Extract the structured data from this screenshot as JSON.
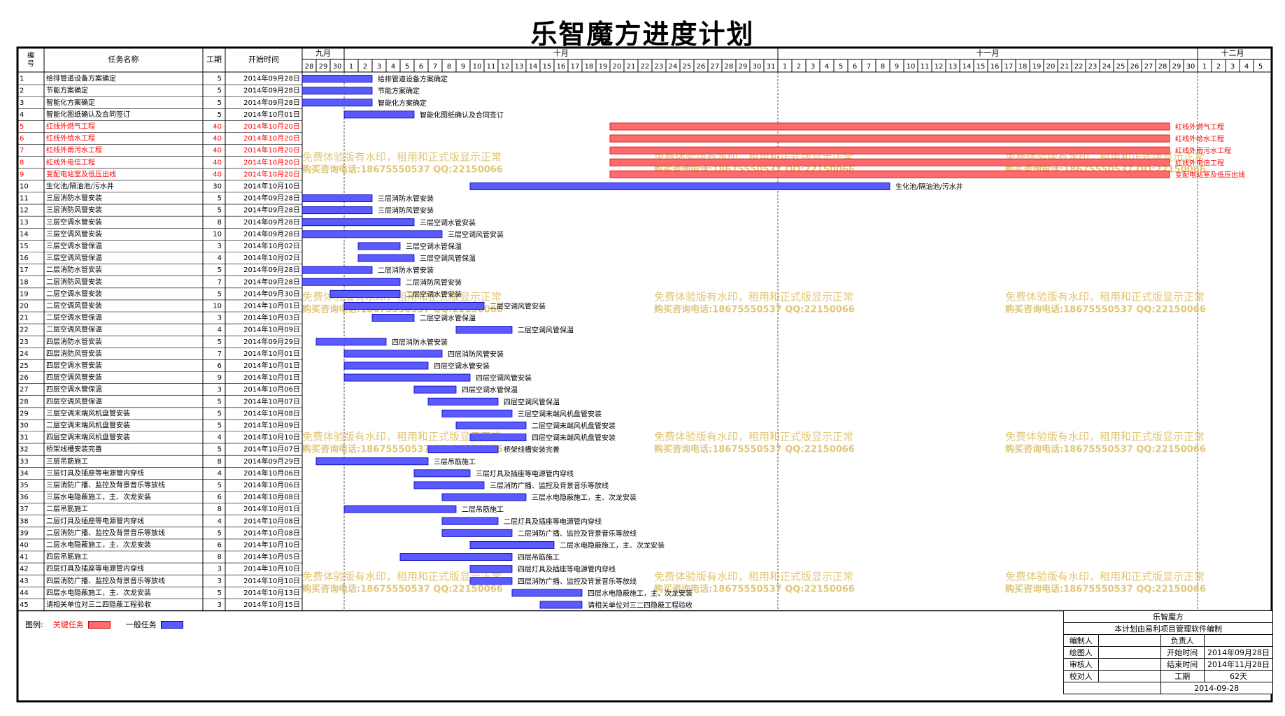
{
  "title": "乐智魔方进度计划",
  "headers": {
    "id": "编号",
    "name": "任务名称",
    "duration": "工期",
    "start": "开始时间"
  },
  "months": [
    {
      "label": "九月",
      "days": [
        28,
        29,
        30
      ]
    },
    {
      "label": "十月",
      "days": [
        1,
        2,
        3,
        4,
        5,
        6,
        7,
        8,
        9,
        10,
        11,
        12,
        13,
        14,
        15,
        16,
        17,
        18,
        19,
        20,
        21,
        22,
        23,
        24,
        25,
        26,
        27,
        28,
        29,
        30,
        31
      ]
    },
    {
      "label": "十一月",
      "days": [
        1,
        2,
        3,
        4,
        5,
        6,
        7,
        8,
        9,
        10,
        11,
        12,
        13,
        14,
        15,
        16,
        17,
        18,
        19,
        20,
        21,
        22,
        23,
        24,
        25,
        26,
        27,
        28,
        29,
        30
      ]
    },
    {
      "label": "十二月",
      "days": [
        1,
        2,
        3,
        4,
        5
      ]
    }
  ],
  "colors": {
    "critical": "#ff6b6b",
    "normal": "#5a5aff",
    "critical_text": "#ff0000",
    "watermark": "#d6b34a"
  },
  "legend": {
    "label": "图例:",
    "critical": "关键任务",
    "normal": "一般任务"
  },
  "watermark": {
    "line1": "免费体验版有水印，租用和正式版显示正常",
    "line2": "购买咨询电话:18675550537 QQ:22150066"
  },
  "title_block": {
    "project": "乐智魔方",
    "note": "本计划由易利项目管理软件编制",
    "compiler_label": "编制人",
    "owner_label": "负责人",
    "drawer_label": "绘图人",
    "start_label": "开始时间",
    "start_value": "2014年09月28日",
    "reviewer_label": "审核人",
    "end_label": "结束时间",
    "end_value": "2014年11月28日",
    "checker_label": "校对人",
    "duration_label": "工期",
    "duration_value": "62天",
    "date": "2014-09-28"
  },
  "chart_data": {
    "type": "gantt",
    "timeline_start": "2014-09-28",
    "timeline_end": "2014-12-05",
    "tasks": [
      {
        "id": 1,
        "name": "给排管道设备方案确定",
        "duration": 5,
        "start": "2014年09月28日",
        "critical": false
      },
      {
        "id": 2,
        "name": "节能方案确定",
        "duration": 5,
        "start": "2014年09月28日",
        "critical": false
      },
      {
        "id": 3,
        "name": "智能化方案确定",
        "duration": 5,
        "start": "2014年09月28日",
        "critical": false
      },
      {
        "id": 4,
        "name": "智能化图纸确认及合同签订",
        "duration": 5,
        "start": "2014年10月01日",
        "critical": false
      },
      {
        "id": 5,
        "name": "红线外燃气工程",
        "duration": 40,
        "start": "2014年10月20日",
        "critical": true
      },
      {
        "id": 6,
        "name": "红线外给水工程",
        "duration": 40,
        "start": "2014年10月20日",
        "critical": true
      },
      {
        "id": 7,
        "name": "红线外雨污水工程",
        "duration": 40,
        "start": "2014年10月20日",
        "critical": true
      },
      {
        "id": 8,
        "name": "红线外电信工程",
        "duration": 40,
        "start": "2014年10月20日",
        "critical": true
      },
      {
        "id": 9,
        "name": "变配电站室及低压出线",
        "duration": 40,
        "start": "2014年10月20日",
        "critical": true
      },
      {
        "id": 10,
        "name": "生化池/隔油池/污水井",
        "duration": 30,
        "start": "2014年10月10日",
        "critical": false
      },
      {
        "id": 11,
        "name": "三层消防水管安装",
        "duration": 5,
        "start": "2014年09月28日",
        "critical": false
      },
      {
        "id": 12,
        "name": "三层消防风管安装",
        "duration": 5,
        "start": "2014年09月28日",
        "critical": false
      },
      {
        "id": 13,
        "name": "三层空调水管安装",
        "duration": 8,
        "start": "2014年09月28日",
        "critical": false
      },
      {
        "id": 14,
        "name": "三层空调风管安装",
        "duration": 10,
        "start": "2014年09月28日",
        "critical": false
      },
      {
        "id": 15,
        "name": "三层空调水管保温",
        "duration": 3,
        "start": "2014年10月02日",
        "critical": false
      },
      {
        "id": 16,
        "name": "三层空调风管保温",
        "duration": 4,
        "start": "2014年10月02日",
        "critical": false
      },
      {
        "id": 17,
        "name": "二层消防水管安装",
        "duration": 5,
        "start": "2014年09月28日",
        "critical": false
      },
      {
        "id": 18,
        "name": "二层消防风管安装",
        "duration": 7,
        "start": "2014年09月28日",
        "critical": false
      },
      {
        "id": 19,
        "name": "二层空调水管安装",
        "duration": 5,
        "start": "2014年09月30日",
        "critical": false
      },
      {
        "id": 20,
        "name": "二层空调风管安装",
        "duration": 10,
        "start": "2014年10月01日",
        "critical": false
      },
      {
        "id": 21,
        "name": "二层空调水管保温",
        "duration": 3,
        "start": "2014年10月03日",
        "critical": false
      },
      {
        "id": 22,
        "name": "二层空调风管保温",
        "duration": 4,
        "start": "2014年10月09日",
        "critical": false
      },
      {
        "id": 23,
        "name": "四层消防水管安装",
        "duration": 5,
        "start": "2014年09月29日",
        "critical": false
      },
      {
        "id": 24,
        "name": "四层消防风管安装",
        "duration": 7,
        "start": "2014年10月01日",
        "critical": false
      },
      {
        "id": 25,
        "name": "四层空调水管安装",
        "duration": 6,
        "start": "2014年10月01日",
        "critical": false
      },
      {
        "id": 26,
        "name": "四层空调风管安装",
        "duration": 9,
        "start": "2014年10月01日",
        "critical": false
      },
      {
        "id": 27,
        "name": "四层空调水管保温",
        "duration": 3,
        "start": "2014年10月06日",
        "critical": false
      },
      {
        "id": 28,
        "name": "四层空调风管保温",
        "duration": 5,
        "start": "2014年10月07日",
        "critical": false
      },
      {
        "id": 29,
        "name": "三层空调末端风机盘管安装",
        "duration": 5,
        "start": "2014年10月08日",
        "critical": false
      },
      {
        "id": 30,
        "name": "二层空调末端风机盘管安装",
        "duration": 5,
        "start": "2014年10月09日",
        "critical": false
      },
      {
        "id": 31,
        "name": "四层空调末端风机盘管安装",
        "duration": 4,
        "start": "2014年10月10日",
        "critical": false
      },
      {
        "id": 32,
        "name": "桥架线槽安装完善",
        "duration": 5,
        "start": "2014年10月07日",
        "critical": false
      },
      {
        "id": 33,
        "name": "三层吊筋施工",
        "duration": 8,
        "start": "2014年09月29日",
        "critical": false
      },
      {
        "id": 34,
        "name": "三层灯具及插座等电源管内穿线",
        "duration": 4,
        "start": "2014年10月06日",
        "critical": false
      },
      {
        "id": 35,
        "name": "三层消防广播、监控及背景音乐等放线",
        "duration": 5,
        "start": "2014年10月06日",
        "critical": false
      },
      {
        "id": 36,
        "name": "三层水电隐蔽施工，主、次龙安装",
        "duration": 6,
        "start": "2014年10月08日",
        "critical": false
      },
      {
        "id": 37,
        "name": "二层吊筋施工",
        "duration": 8,
        "start": "2014年10月01日",
        "critical": false
      },
      {
        "id": 38,
        "name": "二层灯具及插座等电源管内穿线",
        "duration": 4,
        "start": "2014年10月08日",
        "critical": false
      },
      {
        "id": 39,
        "name": "二层消防广播、监控及背景音乐等放线",
        "duration": 5,
        "start": "2014年10月08日",
        "critical": false
      },
      {
        "id": 40,
        "name": "二层水电隐蔽施工，主、次龙安装",
        "duration": 6,
        "start": "2014年10月10日",
        "critical": false
      },
      {
        "id": 41,
        "name": "四层吊筋施工",
        "duration": 8,
        "start": "2014年10月05日",
        "critical": false
      },
      {
        "id": 42,
        "name": "四层灯具及插座等电源管内穿线",
        "duration": 3,
        "start": "2014年10月10日",
        "critical": false
      },
      {
        "id": 43,
        "name": "四层消防广播、监控及背景音乐等放线",
        "duration": 3,
        "start": "2014年10月10日",
        "critical": false
      },
      {
        "id": 44,
        "name": "四层水电隐蔽施工，主、次龙安装",
        "duration": 5,
        "start": "2014年10月13日",
        "critical": false
      },
      {
        "id": 45,
        "name": "请相关单位对三二四隐蔽工程验收",
        "duration": 3,
        "start": "2014年10月15日",
        "critical": false
      }
    ]
  }
}
